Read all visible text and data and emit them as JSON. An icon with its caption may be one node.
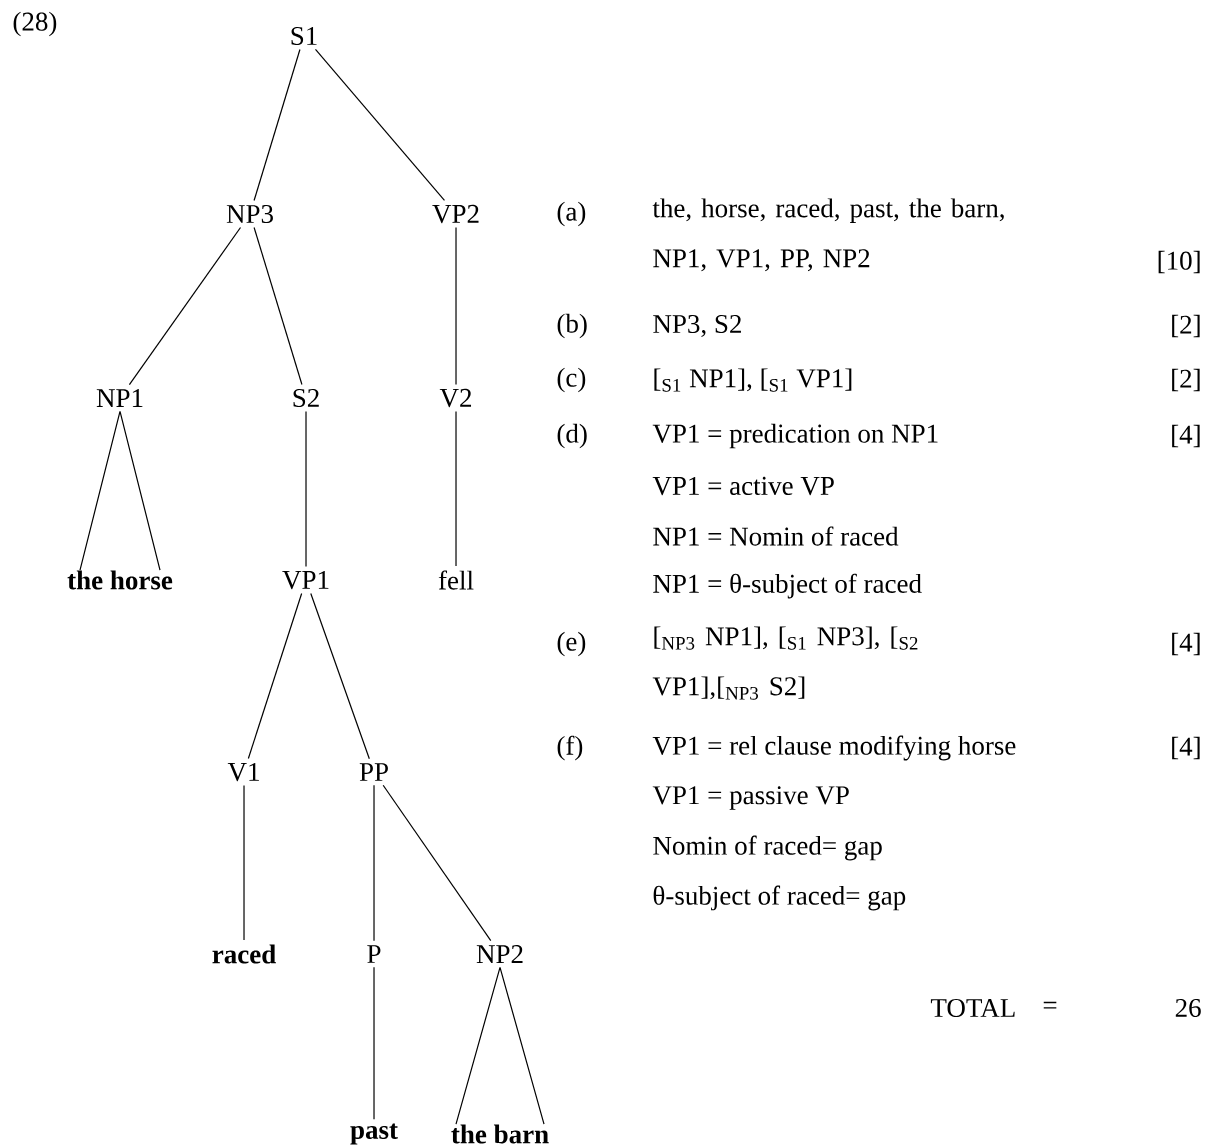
{
  "diagram": {
    "nodes": [
      {
        "text": [
          "S1"
        ]
      },
      {
        "text": [
          "NP3"
        ]
      },
      {
        "text": [
          "VP2"
        ]
      },
      {
        "text": [
          "NP1"
        ]
      },
      {
        "text": [
          "S2"
        ]
      },
      {
        "text": [
          "V2"
        ]
      },
      {
        "text": [
          "the horse"
        ]
      },
      {
        "text": [
          "VP1"
        ]
      },
      {
        "text": [
          "fell"
        ]
      },
      {
        "text": [
          "V1"
        ]
      },
      {
        "text": [
          "PP"
        ]
      },
      {
        "text": [
          "raced"
        ]
      },
      {
        "text": [
          "P"
        ]
      },
      {
        "text": [
          "NP2"
        ]
      },
      {
        "text": [
          "past"
        ]
      },
      {
        "text": [
          "the barn"
        ]
      }
    ],
    "edges": [
      {
        "from": 0,
        "to": 1,
        "arrow": "none"
      },
      {
        "from": 0,
        "to": 2,
        "arrow": "none"
      },
      {
        "from": 1,
        "to": 3,
        "arrow": "none"
      },
      {
        "from": 1,
        "to": 4,
        "arrow": "none"
      },
      {
        "from": 2,
        "to": 5,
        "arrow": "none"
      },
      {
        "from": 3,
        "to": 6,
        "arrow": "none"
      },
      {
        "from": 4,
        "to": 7,
        "arrow": "none"
      },
      {
        "from": 5,
        "to": 8,
        "arrow": "none"
      },
      {
        "from": 7,
        "to": 9,
        "arrow": "none"
      },
      {
        "from": 7,
        "to": 10,
        "arrow": "none"
      },
      {
        "from": 9,
        "to": 11,
        "arrow": "none"
      },
      {
        "from": 10,
        "to": 12,
        "arrow": "none"
      },
      {
        "from": 10,
        "to": 13,
        "arrow": "none"
      },
      {
        "from": 12,
        "to": 14,
        "arrow": "none"
      },
      {
        "from": 13,
        "to": 15,
        "arrow": "none"
      }
    ],
    "labels": [
      "(28)",
      "(a)",
      "the, horse, raced, past, the barn, NP1, VP1, PP, NP2",
      "[10]",
      "(b)",
      "NP3, S2",
      "[2]",
      "(c)",
      "[$_{S1}$ NP1], [$_{S1}$ VP1]",
      "[2]",
      "(d)",
      "VP1 = predication on NP1",
      "[4]",
      "VP1 = active VP",
      "NP1 = Nomin of raced",
      "NP1 = θ-subject of raced",
      "(e)",
      "[$_{NP3}$ NP1], [$_{S1}$ NP3], [$_{S2}$ VP1],[$_{NP3}$ S2]",
      "[4]",
      "(f)",
      "VP1 = rel clause modifying horse",
      "[4]",
      "VP1 = passive VP",
      "Nomin of raced= gap",
      "θ-subject of raced= gap",
      "TOTAL",
      "=",
      "26"
    ]
  }
}
